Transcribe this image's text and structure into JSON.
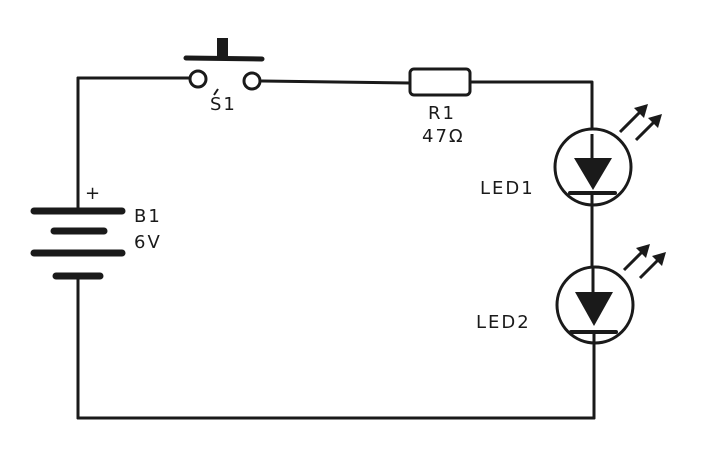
{
  "battery": {
    "polarity": "+",
    "ref": "B1",
    "value": "6V"
  },
  "switch": {
    "ref": "S1"
  },
  "resistor": {
    "ref": "R1",
    "value": "47Ω"
  },
  "leds": [
    {
      "ref": "LED1"
    },
    {
      "ref": "LED2"
    }
  ]
}
